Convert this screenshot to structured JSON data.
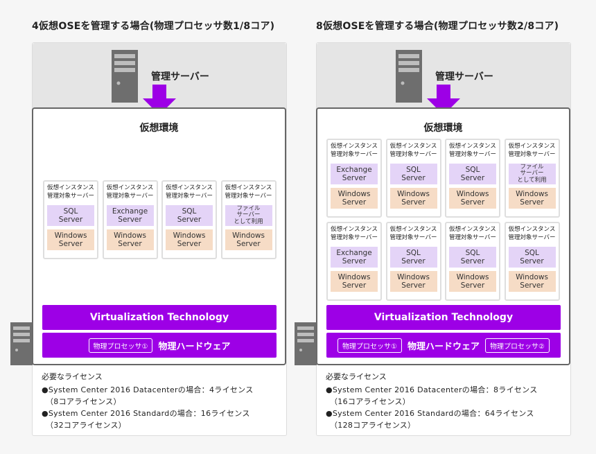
{
  "colors": {
    "purple": "#9d00e6",
    "app_bg": "#e4d4f7",
    "os_bg": "#f6dcc6",
    "header_bg": "#e5e5e5"
  },
  "left": {
    "title": "4仮想OSEを管理する場合(物理プロセッサ数1/8コア)",
    "mgmt_label": "管理サーバー",
    "env_label": "仮想環境",
    "vms": [
      {
        "title": "仮想インスタンス\n管理対象サーバー",
        "app": "SQL\nServer",
        "os": "Windows\nServer"
      },
      {
        "title": "仮想インスタンス\n管理対象サーバー",
        "app": "Exchange\nServer",
        "os": "Windows\nServer"
      },
      {
        "title": "仮想インスタンス\n管理対象サーバー",
        "app": "SQL\nServer",
        "os": "Windows\nServer"
      },
      {
        "title": "仮想インスタンス\n管理対象サーバー",
        "app": "ファイル\nサーバー\nとして利用",
        "os": "Windows\nServer"
      }
    ],
    "virt_label": "Virtualization Technology",
    "hw_label": "物理ハードウェア",
    "processors": [
      "物理プロセッサ①"
    ],
    "license_heading": "必要なライセンス",
    "licenses": [
      "●System Center 2016 Datacenterの場合：4ライセンス",
      "（8コアライセンス）",
      "●System Center 2016 Standardの場合：16ライセンス",
      "（32コアライセンス）"
    ]
  },
  "right": {
    "title": "8仮想OSEを管理する場合(物理プロセッサ数2/8コア)",
    "mgmt_label": "管理サーバー",
    "env_label": "仮想環境",
    "vms": [
      {
        "title": "仮想インスタンス\n管理対象サーバー",
        "app": "Exchange\nServer",
        "os": "Windows\nServer"
      },
      {
        "title": "仮想インスタンス\n管理対象サーバー",
        "app": "SQL\nServer",
        "os": "Windows\nServer"
      },
      {
        "title": "仮想インスタンス\n管理対象サーバー",
        "app": "SQL\nServer",
        "os": "Windows\nServer"
      },
      {
        "title": "仮想インスタンス\n管理対象サーバー",
        "app": "ファイル\nサーバー\nとして利用",
        "os": "Windows\nServer"
      },
      {
        "title": "仮想インスタンス\n管理対象サーバー",
        "app": "Exchange\nServer",
        "os": "Windows\nServer"
      },
      {
        "title": "仮想インスタンス\n管理対象サーバー",
        "app": "SQL\nServer",
        "os": "Windows\nServer"
      },
      {
        "title": "仮想インスタンス\n管理対象サーバー",
        "app": "SQL\nServer",
        "os": "Windows\nServer"
      },
      {
        "title": "仮想インスタンス\n管理対象サーバー",
        "app": "SQL\nServer",
        "os": "Windows\nServer"
      }
    ],
    "virt_label": "Virtualization Technology",
    "hw_label": "物理ハードウェア",
    "processors": [
      "物理プロセッサ①",
      "物理プロセッサ②"
    ],
    "license_heading": "必要なライセンス",
    "licenses": [
      "●System Center 2016 Datacenterの場合：8ライセンス",
      "（16コアライセンス）",
      "●System Center 2016 Standardの場合：64ライセンス",
      "（128コアライセンス）"
    ]
  }
}
